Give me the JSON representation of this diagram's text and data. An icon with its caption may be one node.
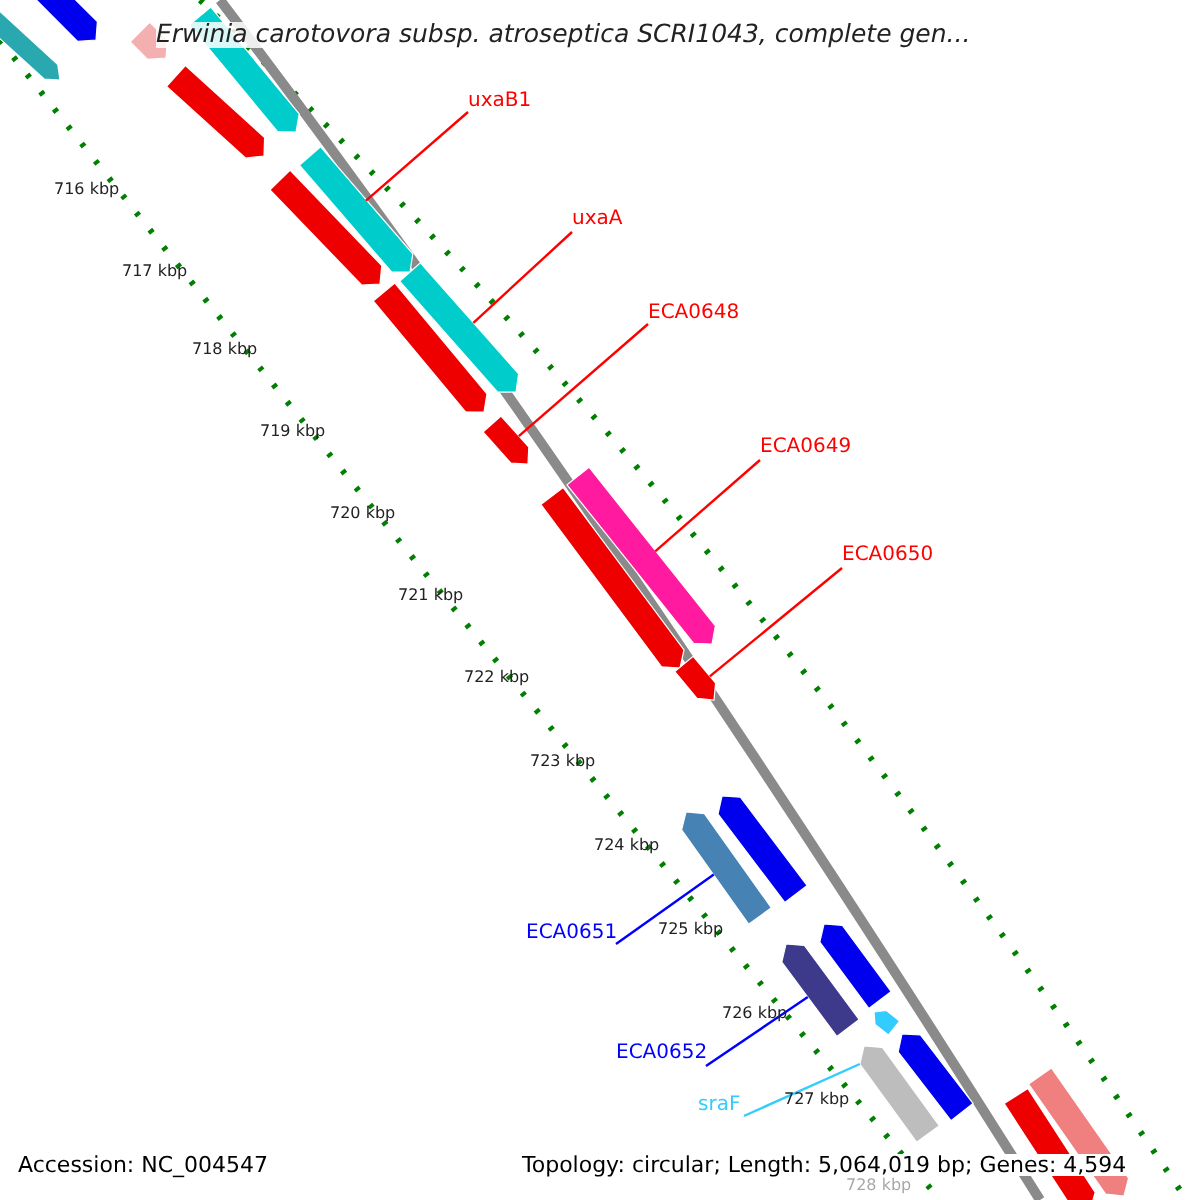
{
  "diagram": {
    "title": "Erwinia carotovora subsp. atroseptica SCRI1043, complete gen...",
    "nodes": [
      {
        "text": [
          "uxaB1"
        ]
      },
      {
        "text": [
          "uxaA"
        ]
      },
      {
        "text": [
          "ECA0648"
        ]
      },
      {
        "text": [
          "ECA0649"
        ]
      },
      {
        "text": [
          "ECA0650"
        ]
      },
      {
        "text": [
          "ECA0651"
        ]
      },
      {
        "text": [
          "ECA0652"
        ]
      },
      {
        "text": [
          "sraF"
        ]
      },
      {
        "text": [],
        "shape": "bar"
      },
      {
        "text": [],
        "shape": "bar"
      },
      {
        "text": [],
        "shape": "bar"
      },
      {
        "text": [],
        "shape": "bar"
      },
      {
        "text": [],
        "shape": "bar"
      },
      {
        "text": [],
        "shape": "bar"
      },
      {
        "text": [],
        "shape": "bar"
      },
      {
        "text": [],
        "shape": "bar"
      },
      {
        "text": [],
        "shape": "bar"
      },
      {
        "text": [],
        "shape": "bar"
      },
      {
        "text": [],
        "shape": "bar"
      },
      {
        "text": [],
        "shape": "bar"
      },
      {
        "text": [],
        "shape": "bar"
      },
      {
        "text": [],
        "shape": "bar"
      },
      {
        "text": [],
        "shape": "bar"
      },
      {
        "text": [],
        "shape": "bar"
      },
      {
        "text": [],
        "shape": "bar"
      },
      {
        "text": [],
        "shape": "bar"
      },
      {
        "text": [],
        "shape": "bar"
      },
      {
        "text": [],
        "shape": "bar"
      },
      {
        "text": [],
        "shape": "bar"
      },
      {
        "text": [],
        "shape": "bar"
      }
    ],
    "edges": [
      {
        "from": 0,
        "to": 13,
        "arrow": "none"
      },
      {
        "from": 1,
        "to": 15,
        "arrow": "none"
      },
      {
        "from": 2,
        "to": 17,
        "arrow": "none"
      },
      {
        "from": 3,
        "to": 18,
        "arrow": "none"
      },
      {
        "from": 4,
        "to": 20,
        "arrow": "none"
      },
      {
        "from": 5,
        "to": 22,
        "arrow": "none",
        "color": "#0000ff"
      },
      {
        "from": 6,
        "to": 24,
        "arrow": "none",
        "color": "#0000ff"
      },
      {
        "from": 7,
        "to": 27,
        "arrow": "none",
        "color": "#33ccff"
      }
    ],
    "labels": [
      "716 kbp",
      "717 kbp",
      "718 kbp",
      "719 kbp",
      "720 kbp",
      "721 kbp",
      "722 kbp",
      "723 kbp",
      "724 kbp",
      "725 kbp",
      "726 kbp",
      "727 kbp",
      "728 kbp",
      "Accession: NC_004547",
      "Topology: circular; Length: 5,064,019 bp; Genes: 4,594"
    ]
  }
}
